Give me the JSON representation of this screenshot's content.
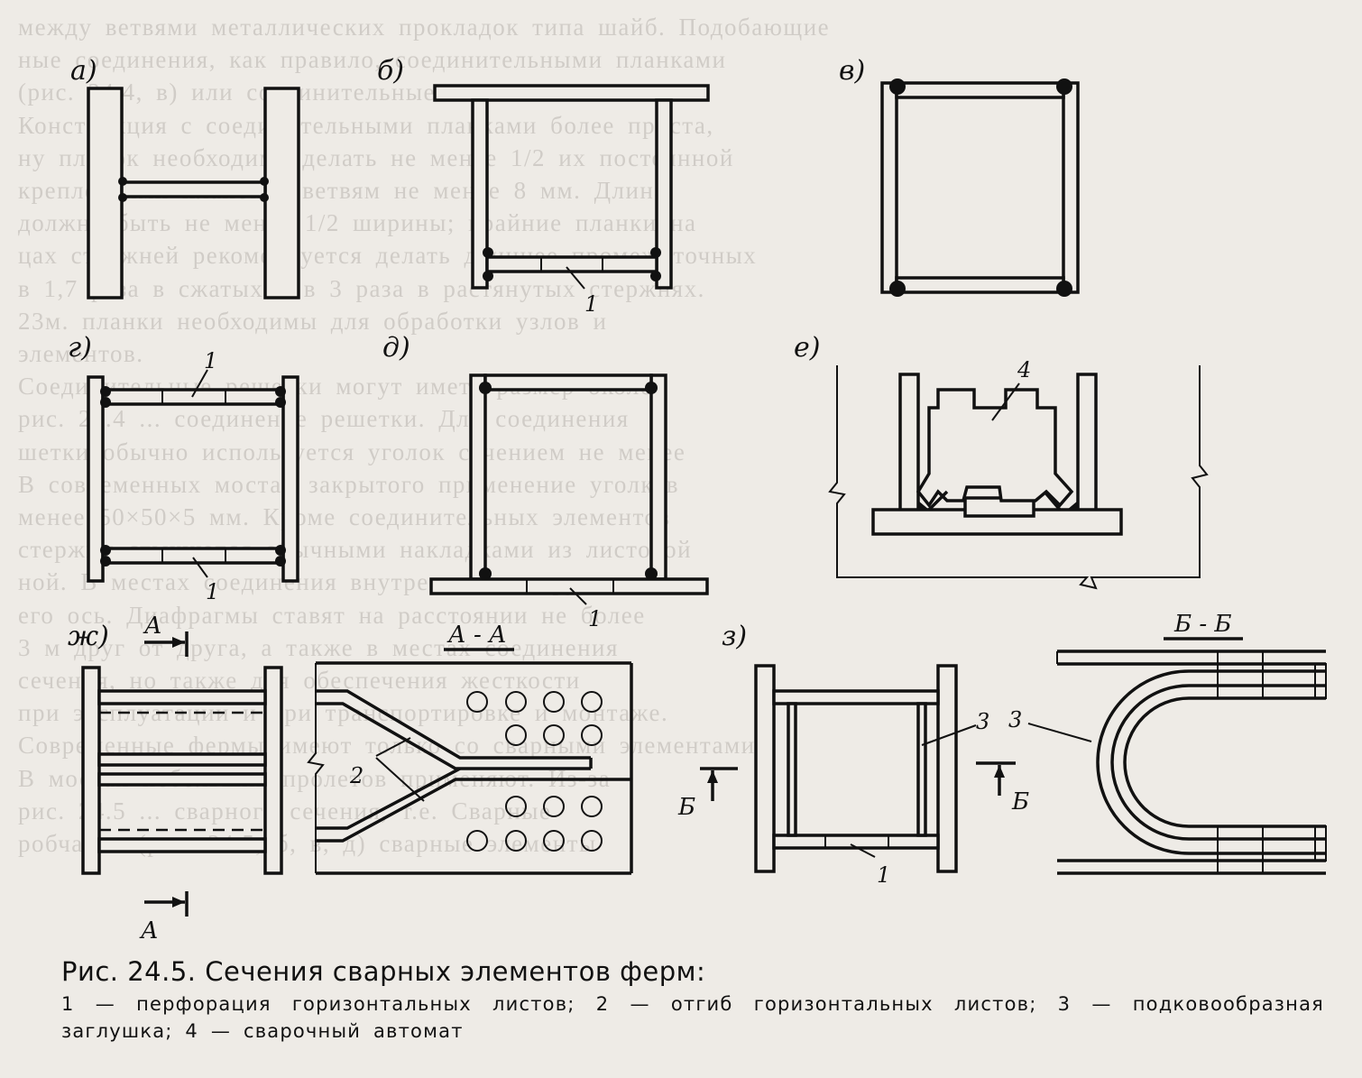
{
  "background_text": [
    "между ветвями металлических прокладок типа шайб. Подобающие",
    "ные соединения, как правило, соединительными планками",
    "(рис. 24.4, в) или соединительные планки.",
    "Конструкция с соединительными планками более проста,",
    "ну планок необходимо делать не менее 1/2 их постоянной",
    "креплениями планок к ветвям не менее 8 мм. Длина",
    "должна быть не менее 1/2 ширины; крайние планки на",
    "цах стержней рекомендуется делать длиннее промежуточных",
    "в 1,7 раза в сжатых и в 3 раза в растянутых стержнях.",
    "23м. планки необходимы для обработки узлов и",
    "элементов.",
    "Соединительные решетки могут иметь размер около",
    "рис. 24.4 ... соединение решетки. Для соединения",
    "шетки обычно используется уголок сечением не менее",
    "В современных мостах закрытого применение уголков",
    "менее 50×50×5 мм. Кроме соединительных элементов",
    "стержни стыкуются обычными накладками из листовой",
    "ной. В местах соединения внутренних и наружных",
    "его ось. Диафрагмы ставят на расстоянии не более",
    "3 м друг от друга, а также в местах соединения",
    "сечения, но также для обеспечения жесткости",
    "при эксплуатации и при транспортировке и монтаже.",
    "Современные фермы имеют только со сварными элементами",
    "В мостах небольших пролетов применяют. Из-за",
    "рис. 24.5 ... сварного сечения, т.е. Сварные",
    "робчатые (рис. 24.5, б, в, д) сварные элементы"
  ],
  "figure": {
    "panel_labels": [
      "а)",
      "б)",
      "в)",
      "г)",
      "д)",
      "е)",
      "ж)",
      "з)"
    ],
    "callouts": {
      "perforation": "1",
      "bend": "2",
      "horseshoe": "3",
      "automat": "4"
    },
    "sections": {
      "aa": "А - А",
      "bb": "Б - Б",
      "a": "А",
      "b": "Б"
    }
  },
  "caption": {
    "title": "Рис. 24.5. Сечения сварных элементов ферм:",
    "text": "1 — перфорация горизонтальных листов; 2 — отгиб горизонтальных листов; 3 — подковообразная заглушка; 4 — сварочный автомат"
  }
}
